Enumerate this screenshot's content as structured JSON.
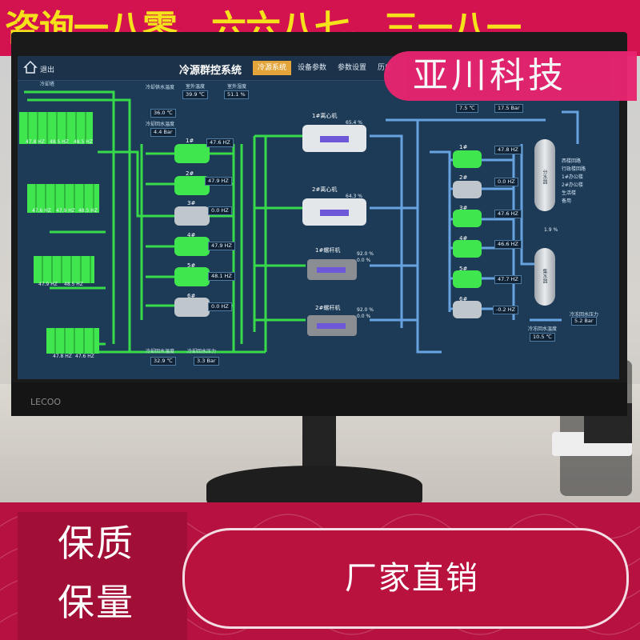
{
  "promo": {
    "top_line": "咨询一八零、六六八七、三一八一",
    "brand": "亚川科技",
    "quality_line1": "保质",
    "quality_line2": "保量",
    "direct": "厂家直销"
  },
  "monitor": {
    "brand_logo": "LECOO"
  },
  "scada": {
    "exit": "退出",
    "title": "冷源群控系统",
    "tabs": [
      {
        "label": "冷源系统",
        "active": true
      },
      {
        "label": "设备参数",
        "active": false
      },
      {
        "label": "参数设置",
        "active": false
      },
      {
        "label": "历史",
        "active": false
      }
    ],
    "cooling_tower_label": "冷却塔",
    "top_readouts": [
      {
        "label": "室外温度",
        "value": "39.9 ℃"
      },
      {
        "label": "室外湿度",
        "value": "51.1 %"
      }
    ],
    "cooling_water": [
      {
        "label": "冷却供水温度",
        "value": "36.0 ℃"
      },
      {
        "label": "冷却回水温度",
        "value": "4.4 Bar"
      }
    ],
    "towers": [
      {
        "hz": [
          "47.8 HZ",
          "48.5 HZ",
          "48.5 HZ"
        ]
      },
      {
        "hz": [
          "47.6 HZ",
          "47.9 HZ",
          "48.5 HZ"
        ]
      },
      {
        "hz": [
          "47.9 HZ",
          "48.5 HZ"
        ]
      },
      {
        "hz": [
          "47.8 HZ",
          "47.6 HZ"
        ]
      }
    ],
    "cooling_pumps": [
      {
        "name": "1#",
        "value": "47.6 HZ",
        "running": true
      },
      {
        "name": "2#",
        "value": "47.9 HZ",
        "running": true
      },
      {
        "name": "3#",
        "value": "0.0 HZ",
        "running": false
      },
      {
        "name": "4#",
        "value": "47.9 HZ",
        "running": true
      },
      {
        "name": "5#",
        "value": "48.1 HZ",
        "running": true
      },
      {
        "name": "6#",
        "value": "0.0 HZ",
        "running": false
      }
    ],
    "bottom_readouts": [
      {
        "label": "冷却回水温度",
        "value": "32.9 ℃"
      },
      {
        "label": "冷却回水压力",
        "value": "3.3 Bar"
      }
    ],
    "chillers": [
      {
        "name": "1#离心机",
        "pct1": "65.4 %",
        "pct2": ""
      },
      {
        "name": "2#离心机",
        "pct1": "64.3 %",
        "pct2": ""
      },
      {
        "name": "1#螺杆机",
        "pct1": "92.0 %",
        "pct2": "0.0 %"
      },
      {
        "name": "2#螺杆机",
        "pct1": "92.0 %",
        "pct2": "0.0 %"
      }
    ],
    "chilled_top": [
      {
        "value": "7.5 ℃"
      },
      {
        "value": "17.5 Bar"
      }
    ],
    "chilled_pumps": [
      {
        "name": "1#",
        "value": "47.8 HZ",
        "running": true
      },
      {
        "name": "2#",
        "value": "0.0 HZ",
        "running": false
      },
      {
        "name": "3#",
        "value": "47.6 HZ",
        "running": true
      },
      {
        "name": "4#",
        "value": "46.6 HZ",
        "running": true
      },
      {
        "name": "5#",
        "value": "47.7 HZ",
        "running": true
      },
      {
        "name": "6#",
        "value": "-0.2 HZ",
        "running": false
      }
    ],
    "distributor_label": "分水器",
    "collector_label": "集水器",
    "branches": [
      "西楼回路",
      "行政楼回路",
      "1#办公楼",
      "2#办公楼",
      "生活楼",
      "备用"
    ],
    "bypass_pct": "1.9 %",
    "right_readouts": [
      {
        "label": "冷冻回水压力",
        "value": "5.2 Bar"
      },
      {
        "label": "冷冻回水温度",
        "value": "10.5 ℃"
      }
    ]
  },
  "colors": {
    "pipe_green": "#39e34a",
    "pipe_blue": "#6aa9e8",
    "promo_pink": "#e7246f",
    "promo_red": "#b7123f",
    "promo_yellow": "#f5e21a",
    "tab_active": "#e3a53a"
  }
}
